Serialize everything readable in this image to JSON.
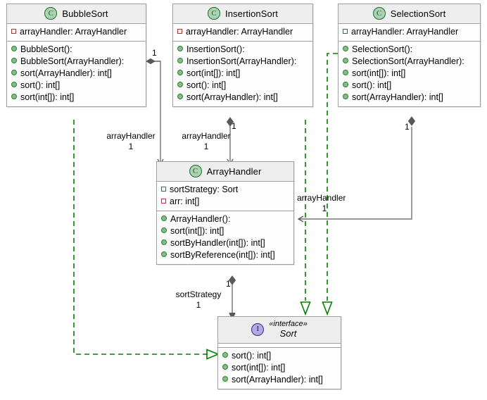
{
  "diagram": {
    "type": "uml-class-diagram",
    "background": "#FFFFFF",
    "colors": {
      "class_header_fill": "#EEEEEE",
      "class_body_fill": "#FEFEFE",
      "class_border": "#A0A0A0",
      "class_badge_fill": "#ADD1B2",
      "class_badge_border": "#15712B",
      "interface_badge_fill": "#B4A7E5",
      "interface_badge_border": "#3A2A82",
      "public_marker": "#84BE84",
      "private_marker": "#C82930",
      "association_line": "#595959",
      "realization_line": "#008000"
    },
    "classes": [
      {
        "id": "BubbleSort",
        "name": "BubbleSort",
        "badge": "class-badge-C",
        "badge_letter": "C",
        "stereotype": "",
        "attributes": [
          {
            "visibility": "private",
            "text": "arrayHandler: ArrayHandler"
          }
        ],
        "methods": [
          {
            "visibility": "public",
            "text": "BubbleSort():"
          },
          {
            "visibility": "public",
            "text": "BubbleSort(ArrayHandler):"
          },
          {
            "visibility": "public",
            "text": "sort(ArrayHandler): int[]"
          },
          {
            "visibility": "public",
            "text": "sort(): int[]"
          },
          {
            "visibility": "public",
            "text": "sort(int[]): int[]"
          }
        ]
      },
      {
        "id": "InsertionSort",
        "name": "InsertionSort",
        "badge": "class-badge-C",
        "badge_letter": "C",
        "stereotype": "",
        "attributes": [
          {
            "visibility": "private",
            "text": "arrayHandler: ArrayHandler"
          }
        ],
        "methods": [
          {
            "visibility": "public",
            "text": "InsertionSort():"
          },
          {
            "visibility": "public",
            "text": "InsertionSort(ArrayHandler):"
          },
          {
            "visibility": "public",
            "text": "sort(int[]): int[]"
          },
          {
            "visibility": "public",
            "text": "sort(): int[]"
          },
          {
            "visibility": "public",
            "text": "sort(ArrayHandler): int[]"
          }
        ]
      },
      {
        "id": "SelectionSort",
        "name": "SelectionSort",
        "badge": "class-badge-C",
        "badge_letter": "C",
        "stereotype": "",
        "attributes": [
          {
            "visibility": "private",
            "text": "arrayHandler: ArrayHandler"
          }
        ],
        "methods": [
          {
            "visibility": "public",
            "text": "SelectionSort():"
          },
          {
            "visibility": "public",
            "text": "SelectionSort(ArrayHandler):"
          },
          {
            "visibility": "public",
            "text": "sort(int[]): int[]"
          },
          {
            "visibility": "public",
            "text": "sort(): int[]"
          },
          {
            "visibility": "public",
            "text": "sort(ArrayHandler): int[]"
          }
        ]
      },
      {
        "id": "ArrayHandler",
        "name": "ArrayHandler",
        "badge": "class-badge-C",
        "badge_letter": "C",
        "stereotype": "",
        "attributes": [
          {
            "visibility": "private",
            "text": "sortStrategy: Sort"
          },
          {
            "visibility": "private",
            "text": "arr: int[]"
          }
        ],
        "methods": [
          {
            "visibility": "public",
            "text": "ArrayHandler():"
          },
          {
            "visibility": "public",
            "text": "sort(int[]): int[]"
          },
          {
            "visibility": "public",
            "text": "sortByHandler(int[]): int[]"
          },
          {
            "visibility": "public",
            "text": "sortByReference(int[]): int[]"
          }
        ]
      },
      {
        "id": "Sort",
        "name": "Sort",
        "badge": "interface-badge-I",
        "badge_letter": "I",
        "stereotype": "«interface»",
        "attributes": [],
        "methods": [
          {
            "visibility": "public",
            "text": "sort(): int[]"
          },
          {
            "visibility": "public",
            "text": "sort(int[]): int[]"
          },
          {
            "visibility": "public",
            "text": "sort(ArrayHandler): int[]"
          }
        ]
      }
    ],
    "relationships": [
      {
        "id": "bubble-arrayhandler",
        "from": "BubbleSort",
        "to": "ArrayHandler",
        "kind": "composition",
        "role": "arrayHandler",
        "multiplicity": "1"
      },
      {
        "id": "insertion-arrayhandler",
        "from": "InsertionSort",
        "to": "ArrayHandler",
        "kind": "composition",
        "role": "arrayHandler",
        "multiplicity": "1"
      },
      {
        "id": "selection-arrayhandler",
        "from": "SelectionSort",
        "to": "ArrayHandler",
        "kind": "composition",
        "role": "arrayHandler",
        "multiplicity": "1"
      },
      {
        "id": "arrayhandler-sort",
        "from": "ArrayHandler",
        "to": "Sort",
        "kind": "composition",
        "role": "sortStrategy",
        "multiplicity": "1"
      },
      {
        "id": "bubble-impl-sort",
        "from": "BubbleSort",
        "to": "Sort",
        "kind": "realization",
        "role": "",
        "multiplicity": ""
      },
      {
        "id": "insertion-impl-sort",
        "from": "InsertionSort",
        "to": "Sort",
        "kind": "realization",
        "role": "",
        "multiplicity": ""
      },
      {
        "id": "selection-impl-sort",
        "from": "SelectionSort",
        "to": "Sort",
        "kind": "realization",
        "role": "",
        "multiplicity": ""
      }
    ],
    "edge_labels": [
      {
        "id": "label-bubble",
        "role": "arrayHandler",
        "multiplicity": "1"
      },
      {
        "id": "label-insertion",
        "role": "arrayHandler",
        "multiplicity": "1"
      },
      {
        "id": "label-selection",
        "role": "arrayHandler",
        "multiplicity": "1"
      },
      {
        "id": "label-sortstrategy",
        "role": "sortStrategy",
        "multiplicity": "1"
      },
      {
        "id": "mult-bubble-src",
        "text": "1"
      },
      {
        "id": "mult-insertion-src",
        "text": "1"
      },
      {
        "id": "mult-selection-src",
        "text": "1"
      },
      {
        "id": "mult-arrayhandler-src",
        "text": "1"
      }
    ]
  }
}
